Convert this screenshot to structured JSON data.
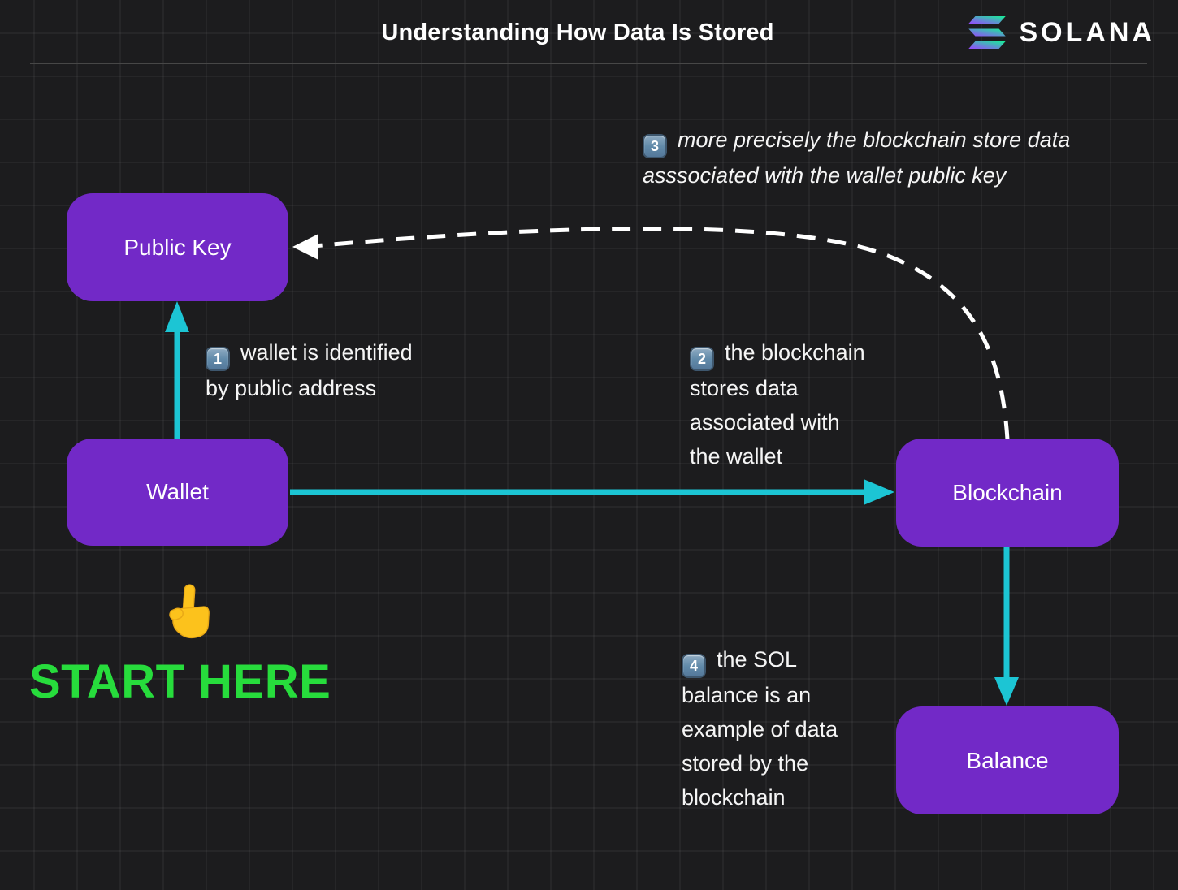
{
  "header": {
    "title": "Understanding How Data Is Stored",
    "brand": "SOLANA"
  },
  "boxes": {
    "public_key": "Public Key",
    "wallet": "Wallet",
    "blockchain": "Blockchain",
    "balance": "Balance"
  },
  "annotations": {
    "step1": {
      "num": "1",
      "text": "wallet is identified\nby public address"
    },
    "step2": {
      "num": "2",
      "text": "the blockchain\nstores data\nassociated with\nthe wallet"
    },
    "step3": {
      "num": "3",
      "text": "more precisely the blockchain store data\nasssociated with the wallet public key"
    },
    "step4": {
      "num": "4",
      "text": "the SOL\nbalance is an\nexample of data\nstored by the\nblockchain"
    }
  },
  "start_here": {
    "label": "START HERE",
    "icon": "pointing-up-finger"
  },
  "colors": {
    "background": "#1C1C1E",
    "box_purple": "#7229C7",
    "arrow_cyan": "#1CC5D4",
    "dashed_arrow_white": "#FFFFFF",
    "start_green": "#27DC3C",
    "keycap_blue": "#628BAA",
    "solana_gradient_start": "#9945FF",
    "solana_gradient_end": "#14F195"
  }
}
